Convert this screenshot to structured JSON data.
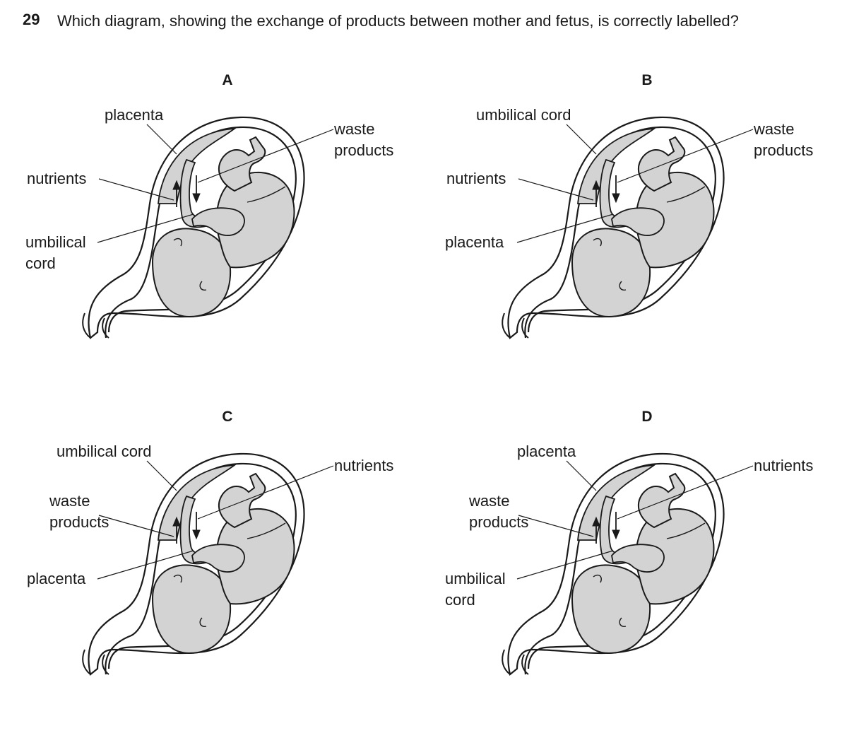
{
  "question": {
    "number": "29",
    "text": "Which diagram, showing the exchange of products between mother and fetus, is correctly labelled?"
  },
  "options": [
    {
      "letter": "A",
      "top_left": "placenta",
      "top_right": [
        "waste",
        "products"
      ],
      "middle_left": [
        "nutrients"
      ],
      "bottom_left": [
        "umbilical",
        "cord"
      ]
    },
    {
      "letter": "B",
      "top_left": "umbilical cord",
      "top_right": [
        "waste",
        "products"
      ],
      "middle_left": [
        "nutrients"
      ],
      "bottom_left": [
        "placenta"
      ]
    },
    {
      "letter": "C",
      "top_left": "umbilical cord",
      "top_right": [
        "nutrients"
      ],
      "middle_left": [
        "waste",
        "products"
      ],
      "bottom_left": [
        "placenta"
      ]
    },
    {
      "letter": "D",
      "top_left": "placenta",
      "top_right": [
        "nutrients"
      ],
      "middle_left": [
        "waste",
        "products"
      ],
      "bottom_left": [
        "umbilical",
        "cord"
      ]
    }
  ]
}
